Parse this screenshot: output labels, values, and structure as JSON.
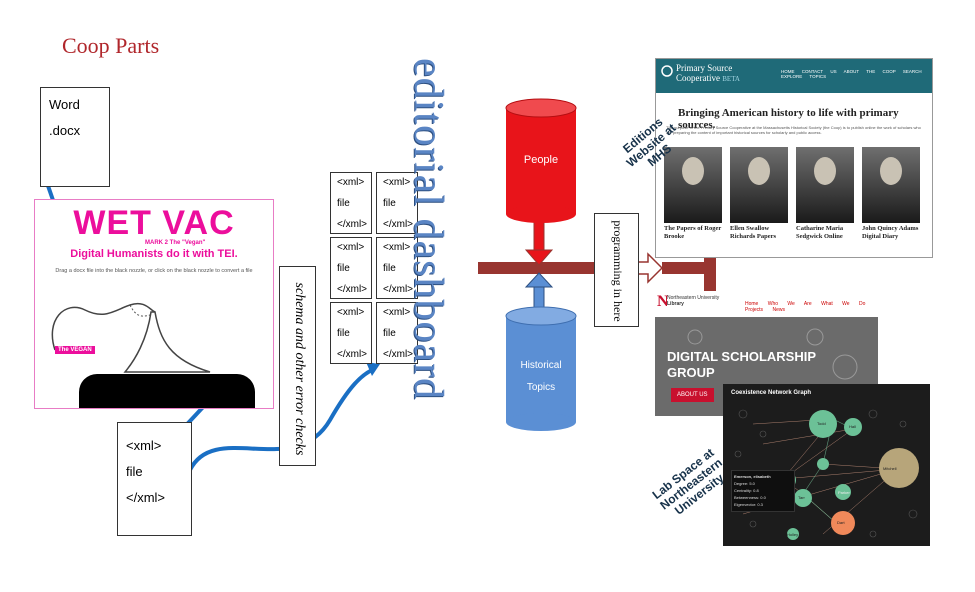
{
  "title": "Coop Parts",
  "word_doc": {
    "line1": "Word",
    "line2": ".docx"
  },
  "wetvac": {
    "title": "WET VAC",
    "mark": "MARK 2 The \"Vegan\"",
    "subtitle": "Digital Humanists do it with TEI.",
    "instruction": "Drag a docx file into the black nozzle, or click on the black nozzle to convert a file",
    "label": "The VEGAN"
  },
  "xml_out": {
    "line1": "<xml>",
    "line2": "file",
    "line3": "</xml>"
  },
  "schema_label": "schema and other error checks",
  "xml_grid": {
    "cells": [
      [
        "<xml>",
        "file",
        "</xml>"
      ],
      [
        "<xml>",
        "file",
        "</xml>"
      ],
      [
        "<xml>",
        "file",
        "</xml>"
      ],
      [
        "<xml>",
        "file",
        "</xml>"
      ],
      [
        "<xml>",
        "file",
        "</xml>"
      ],
      [
        "<xml>",
        "file",
        "</xml>"
      ]
    ]
  },
  "editorial_label": "editorial dashboard",
  "cylinders": {
    "people": "People",
    "topics_line1": "Historical",
    "topics_line2": "Topics"
  },
  "programming_label": "programming in here",
  "mhs": {
    "logo_line1": "Primary Source",
    "logo_line2": "Cooperative",
    "logo_beta": "BETA",
    "nav": [
      "HOME",
      "CONTACT US",
      "ABOUT THE COOP",
      "SEARCH",
      "EXPLORE TOPICS"
    ],
    "heading": "Bringing American history to life with primary sources.",
    "blurb": "The purpose of the Primary Source Cooperative at the Massachusetts Historical Society (the Coop) is to publish online the work of scholars who are preparing the content of important historical sources for scholarly and public access.",
    "captions": [
      "The Papers of Roger Brooke",
      "Ellen Swallow Richards Papers",
      "Catharine Maria Sedgwick Online",
      "John Quincy Adams Digital Diary"
    ],
    "side_label_line1": "Editions",
    "side_label_line2": "Website at",
    "side_label_line3": "MHS"
  },
  "neu": {
    "logo_line1": "Northeastern University",
    "logo_line2": "Library",
    "nav": [
      "Home",
      "Who We Are",
      "What We Do",
      "Projects",
      "News"
    ],
    "title_line1": "DIGITAL SCHOLARSHIP",
    "title_line2": "GROUP",
    "button": "ABOUT US"
  },
  "graph": {
    "title": "Coexistence Network Graph",
    "tooltip": [
      "Emerson, elisabeth",
      "Degree: 5.0",
      "Centrality: 0.8",
      "Betweenness: 0.0",
      "Eigenvector: 0.3"
    ],
    "node_labels": [
      "Todd",
      "Hall",
      "Ellis",
      "Tarr",
      "Mitchell",
      "Parker",
      "Dart",
      "Holley"
    ]
  },
  "lab_label": {
    "line1": "Lab Space at",
    "line2": "Northeastern",
    "line3": "University"
  },
  "colors": {
    "arrow_blue": "#1a6fc4",
    "arrow_red": "#983530",
    "people": "#e8141a",
    "topics": "#5b8fd4",
    "brand_pink": "#ec0e9c"
  }
}
